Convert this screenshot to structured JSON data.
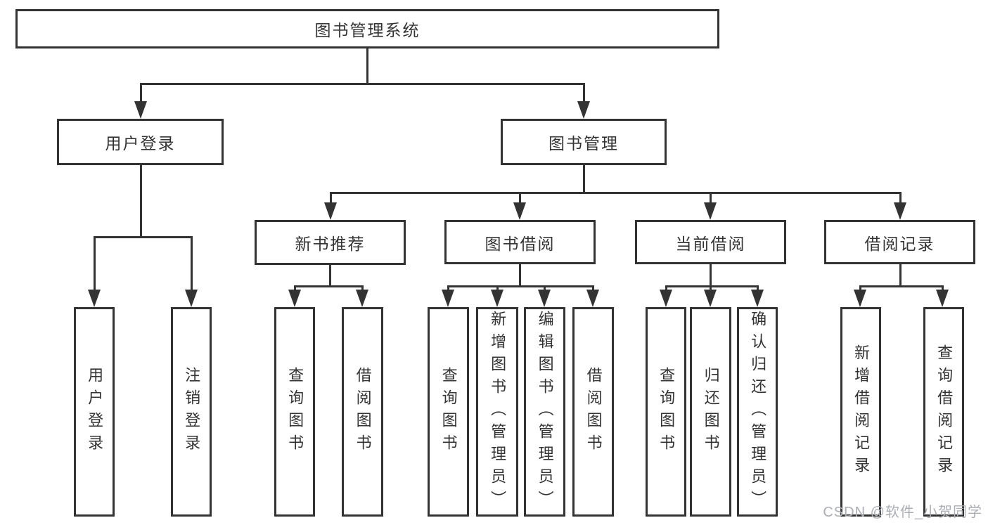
{
  "diagram": {
    "root": {
      "label": "图书管理系统"
    },
    "level2": [
      {
        "label": "用户登录"
      },
      {
        "label": "图书管理"
      }
    ],
    "level3": [
      {
        "label": "新书推荐"
      },
      {
        "label": "图书借阅"
      },
      {
        "label": "当前借阅"
      },
      {
        "label": "借阅记录"
      }
    ],
    "leaves": [
      {
        "label": "用户登录"
      },
      {
        "label": "注销登录"
      },
      {
        "label": "查询图书"
      },
      {
        "label": "借阅图书"
      },
      {
        "label": "查询图书"
      },
      {
        "label": "新增图书（管理员）"
      },
      {
        "label": "编辑图书（管理员）"
      },
      {
        "label": "借阅图书"
      },
      {
        "label": "查询图书"
      },
      {
        "label": "归还图书"
      },
      {
        "label": "确认归还（管理员）"
      },
      {
        "label": "新增借阅记录"
      },
      {
        "label": "查询借阅记录"
      }
    ],
    "watermark": {
      "text": "CSDN @软件_小贺同学"
    },
    "colors": {
      "line": "#333333",
      "text": "#333333",
      "box_fill": "#ffffff",
      "watermark": "#abaeb4"
    }
  }
}
